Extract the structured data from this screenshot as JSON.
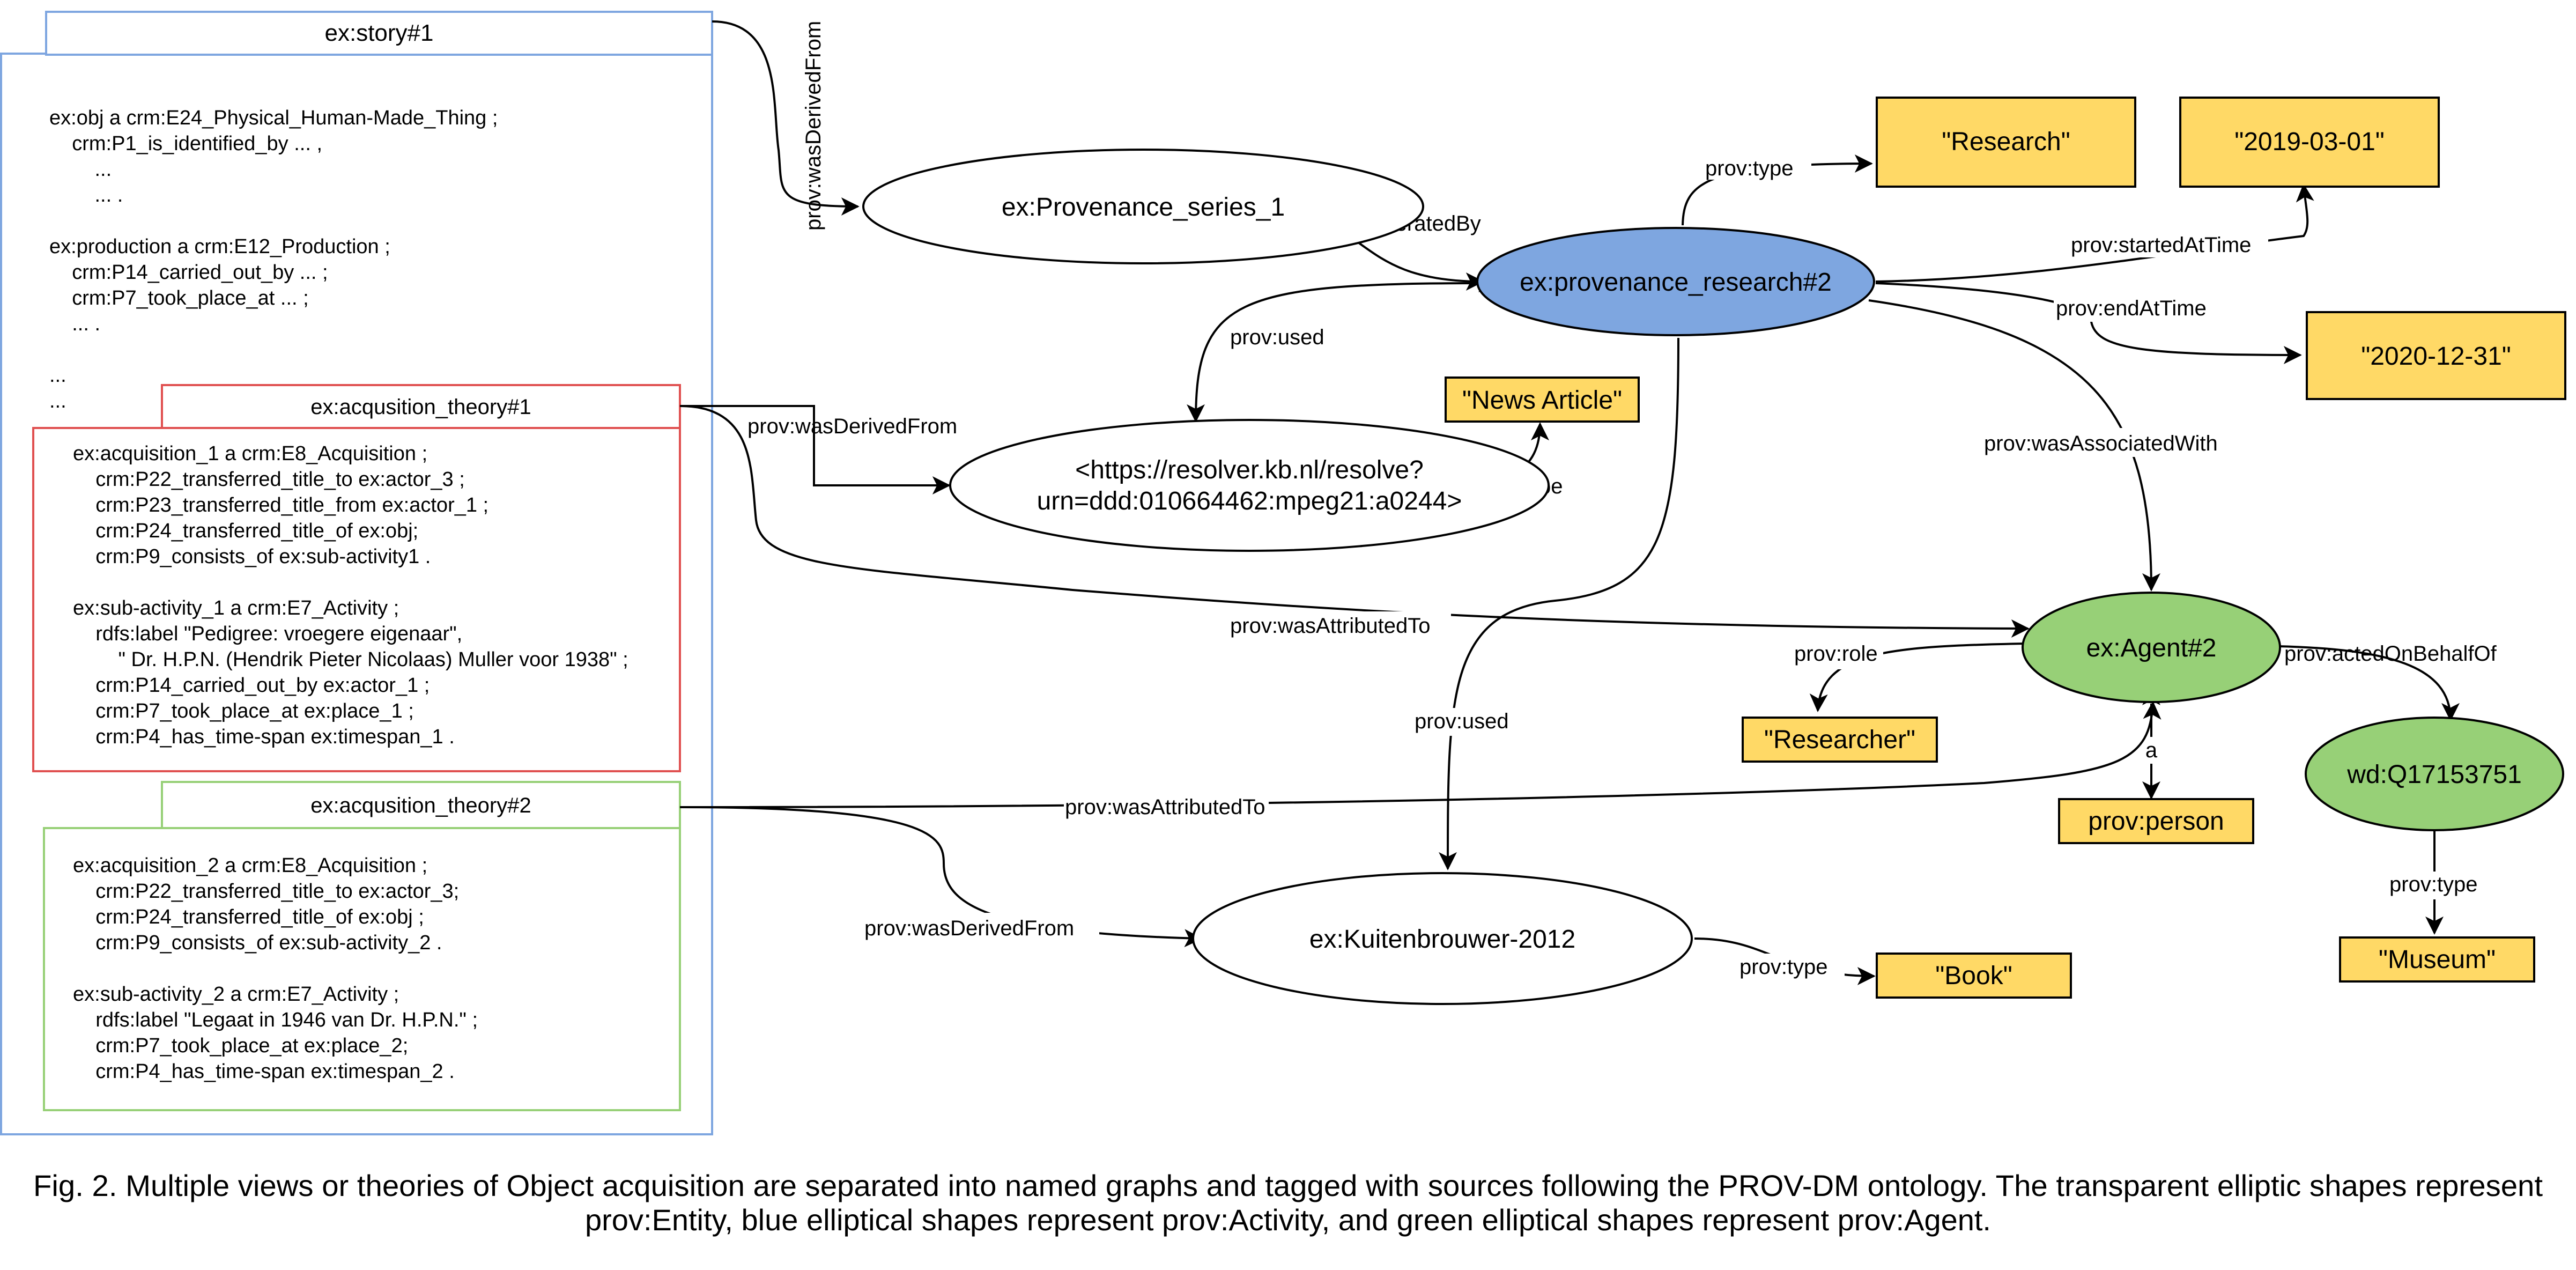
{
  "story": {
    "title": "ex:story#1",
    "lines": [
      "ex:obj a crm:E24_Physical_Human-Made_Thing ;",
      "    crm:P1_is_identified_by ... ,",
      "        ...",
      "        ... .",
      "",
      "ex:production a crm:E12_Production ;",
      "    crm:P14_carried_out_by ... ;",
      "    crm:P7_took_place_at ... ;",
      "    ... .",
      "",
      "...",
      "..."
    ]
  },
  "theory1": {
    "title": "ex:acqusition_theory#1",
    "lines": [
      "ex:acquisition_1 a crm:E8_Acquisition ;",
      "    crm:P22_transferred_title_to ex:actor_3 ;",
      "    crm:P23_transferred_title_from ex:actor_1 ;",
      "    crm:P24_transferred_title_of ex:obj;",
      "    crm:P9_consists_of ex:sub-activity1 .",
      "",
      "ex:sub-activity_1 a crm:E7_Activity ;",
      "    rdfs:label \"Pedigree: vroegere eigenaar\",",
      "        \" Dr. H.P.N. (Hendrik Pieter Nicolaas) Muller voor 1938\" ;",
      "    crm:P14_carried_out_by ex:actor_1 ;",
      "    crm:P7_took_place_at ex:place_1 ;",
      "    crm:P4_has_time-span ex:timespan_1 ."
    ]
  },
  "theory2": {
    "title": "ex:acqusition_theory#2",
    "lines": [
      "ex:acquisition_2 a crm:E8_Acquisition ;",
      "    crm:P22_transferred_title_to ex:actor_3;",
      "    crm:P24_transferred_title_of ex:obj ;",
      "    crm:P9_consists_of ex:sub-activity_2 .",
      "",
      "ex:sub-activity_2 a crm:E7_Activity ;",
      "    rdfs:label \"Legaat in 1946 van Dr. H.P.N.\" ;",
      "    crm:P7_took_place_at ex:place_2;",
      "    crm:P4_has_time-span ex:timespan_2 ."
    ]
  },
  "nodes": {
    "provenance_series": "ex:Provenance_series_1",
    "provenance_research": "ex:provenance_research#2",
    "resolver_line1": "<https://resolver.kb.nl/resolve?",
    "resolver_line2": "urn=ddd:010664462:mpeg21:a0244>",
    "kuitenbrouwer": "ex:Kuitenbrouwer-2012",
    "agent": "ex:Agent#2",
    "wd": "wd:Q17153751"
  },
  "literals": {
    "research": "\"Research\"",
    "date_start": "\"2019-03-01\"",
    "date_end": "\"2020-12-31\"",
    "news_article": "\"News Article\"",
    "researcher": "\"Researcher\"",
    "prov_person": "prov:person",
    "museum": "\"Museum\"",
    "book": "\"Book\""
  },
  "edges": {
    "story_derived": "prov:wasDerivedFrom",
    "generated_by": "prov:wasGeneratedBy",
    "research_type": "prov:type",
    "started_at": "prov:startedAtTime",
    "end_at": "prov:endAtTime",
    "used_top": "prov:used",
    "news_type": "prov:type",
    "t1_derived": "prov:wasDerivedFrom",
    "associated_with": "prov:wasAssociatedWith",
    "attributed_1": "prov:wasAttributedTo",
    "role": "prov:role",
    "acted_on_behalf": "prov:actedOnBehalfOf",
    "used_bottom": "prov:used",
    "agent_a": "a",
    "attributed_2": "prov:wasAttributedTo",
    "wd_type": "prov:type",
    "t2_derived": "prov:wasDerivedFrom",
    "book_type": "prov:type"
  },
  "colors": {
    "story_border": "#7ea6e0",
    "theory1_border": "#e05050",
    "theory2_border": "#97d077",
    "activity_fill": "#7ea6e0",
    "agent_fill": "#97d077",
    "literal_fill": "#ffd966"
  },
  "caption": {
    "line1": "Fig. 2. Multiple views or theories of Object acquisition are separated into named graphs and tagged with sources following the PROV-DM ontology. The transparent elliptic shapes represent",
    "line2": "prov:Entity, blue elliptical shapes represent prov:Activity, and green elliptical shapes represent prov:Agent."
  }
}
